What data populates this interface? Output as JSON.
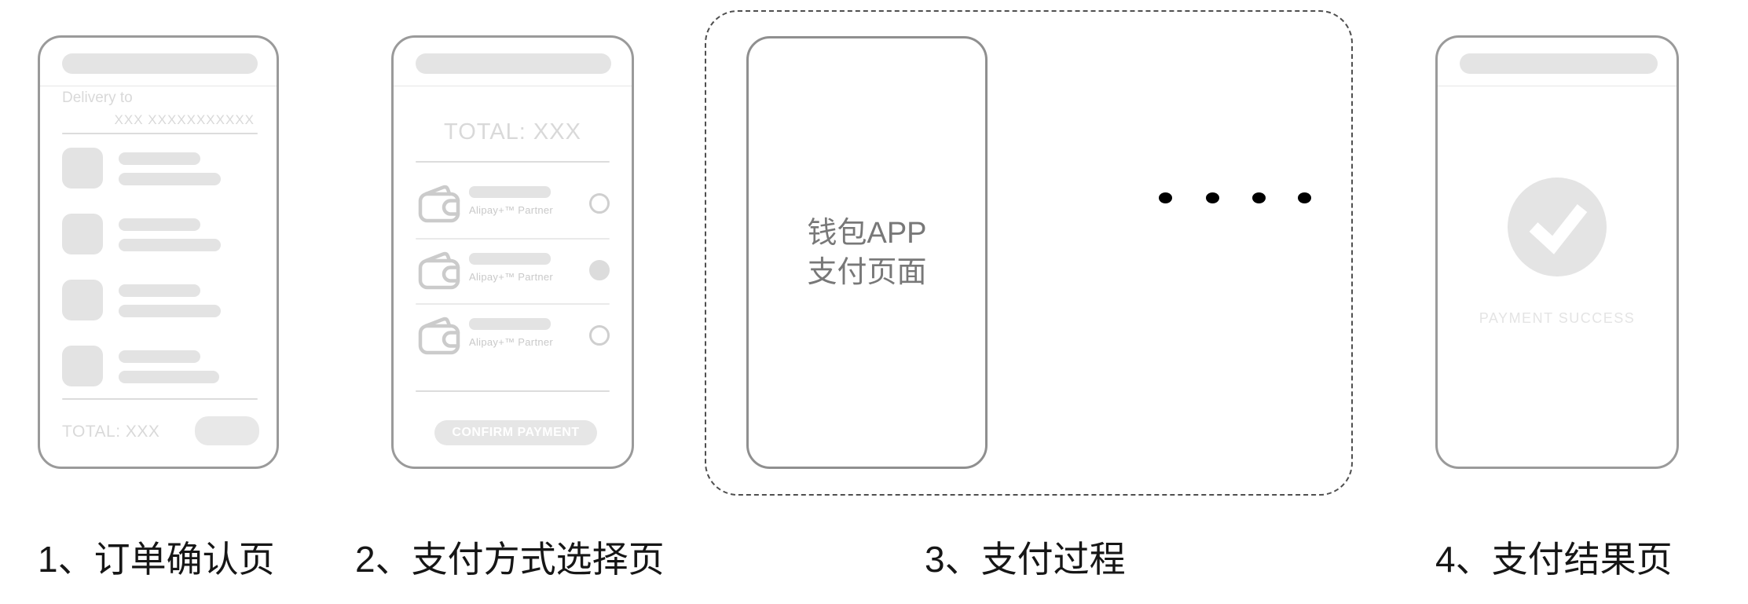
{
  "background": "#ffffff",
  "colors": {
    "phone_border": "#9a9a9a",
    "placeholder_fill": "#e4e4e4",
    "placeholder_text": "#d9d9d9",
    "divider": "#dcdcdc",
    "caption_text": "#161616",
    "wallet_icon": "#cbcbcb",
    "radio_selected_fill": "#dcdcdc",
    "process_dot": "#000000",
    "dashed_border": "#4f4f4f",
    "phone3_text": "#787878"
  },
  "steps": {
    "step1": {
      "caption": "1、订单确认页",
      "phone": {
        "delivery_label": "Delivery to",
        "address_placeholder": "XXX XXXXXXXXXXX",
        "total_text": "TOTAL: XXX",
        "item_count": 4
      }
    },
    "step2": {
      "caption": "2、支付方式选择页",
      "phone": {
        "total_text": "TOTAL: XXX",
        "options": [
          {
            "partner_label": "Alipay+™ Partner",
            "selected": false
          },
          {
            "partner_label": "Alipay+™ Partner",
            "selected": true
          },
          {
            "partner_label": "Alipay+™ Partner",
            "selected": false
          }
        ],
        "confirm_button": "CONFIRM PAYMENT"
      }
    },
    "step3": {
      "caption": "3、支付过程",
      "phone": {
        "line1": "钱包APP",
        "line2": "支付页面"
      },
      "dot_count": 4
    },
    "step4": {
      "caption": "4、支付结果页",
      "phone": {
        "success_text": "PAYMENT SUCCESS"
      }
    }
  }
}
